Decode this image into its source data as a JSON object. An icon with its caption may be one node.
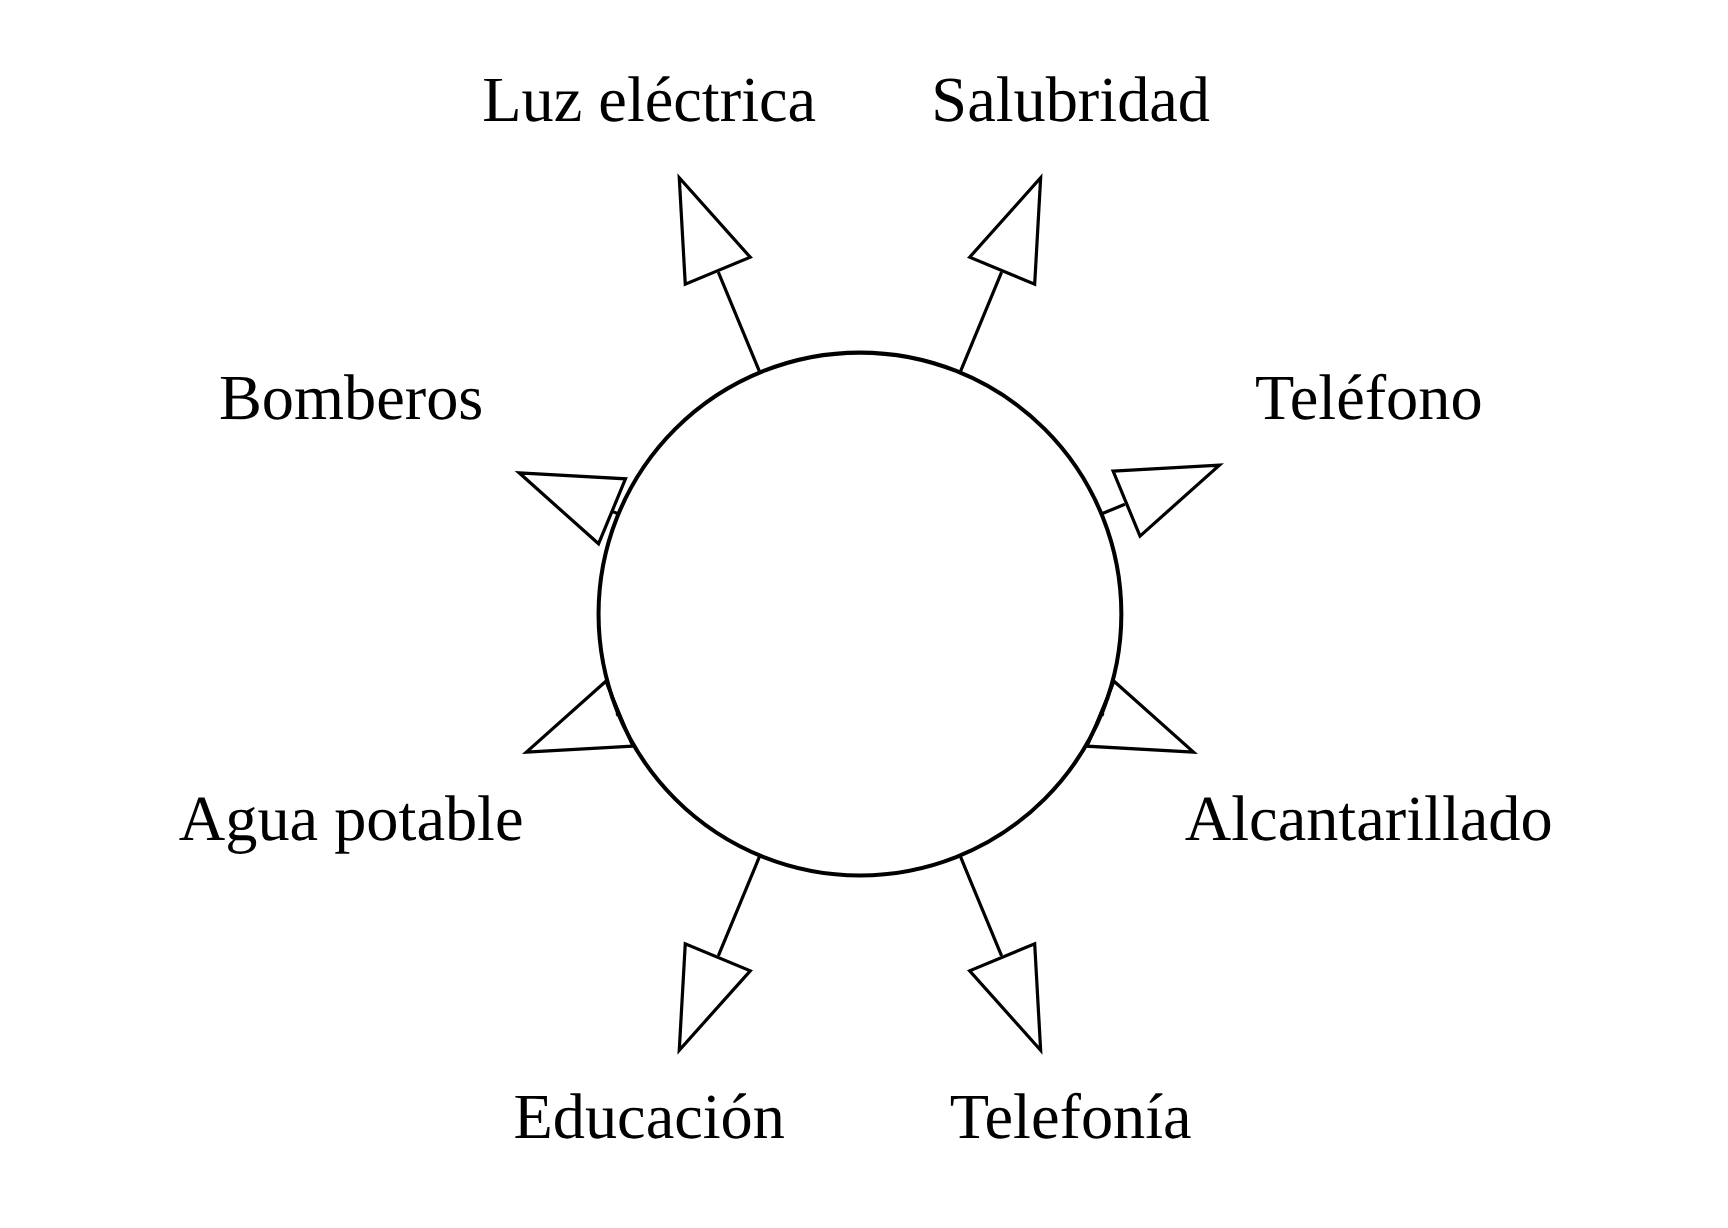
{
  "diagram": {
    "nodes": [
      {
        "text": [],
        "shape": "circle"
      },
      {
        "text": [
          "Teléfono"
        ]
      },
      {
        "text": [
          "Salubridad"
        ]
      },
      {
        "text": [
          "Luz eléctrica"
        ]
      },
      {
        "text": [
          "Bomberos"
        ]
      },
      {
        "text": [
          "Agua potable"
        ]
      },
      {
        "text": [
          "Educación"
        ]
      },
      {
        "text": [
          "Telefonía"
        ]
      },
      {
        "text": [
          "Alcantarillado"
        ]
      }
    ],
    "edges": [
      {
        "from": 0,
        "to": 1,
        "arrow": "to"
      },
      {
        "from": 0,
        "to": 3,
        "arrow": "to"
      },
      {
        "from": 0,
        "to": 5,
        "arrow": "to"
      },
      {
        "from": 0,
        "to": 7,
        "arrow": "to"
      },
      {
        "from": 0,
        "to": 8,
        "arrow": "to"
      },
      {
        "from": 0,
        "to": 6,
        "arrow": "to"
      },
      {
        "from": 0,
        "to": 4,
        "arrow": "to"
      },
      {
        "from": 0,
        "to": 2,
        "arrow": "to"
      }
    ]
  }
}
